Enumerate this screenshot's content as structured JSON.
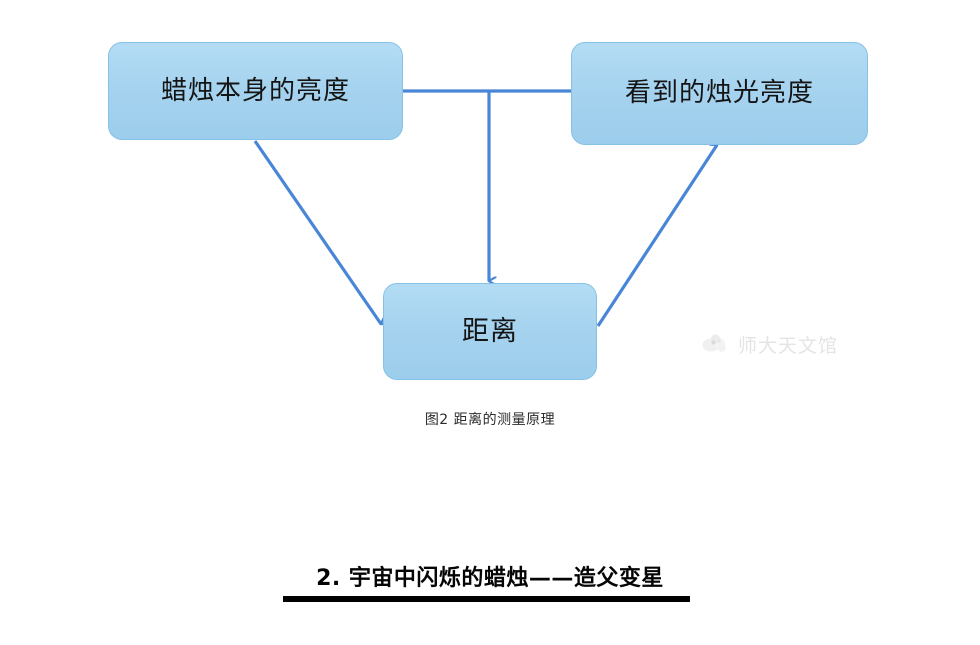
{
  "document": {
    "background_color": "#ffffff"
  },
  "diagram": {
    "type": "flow-diagram",
    "accent_color": "#4a86d8",
    "node_fill_color": "#a6d3ef",
    "node_border_color": "#86c2e6",
    "nodes": [
      {
        "id": "source-brightness",
        "label": "蜡烛本身的亮度"
      },
      {
        "id": "observed-brightness",
        "label": "看到的烛光亮度"
      },
      {
        "id": "distance",
        "label": "距离"
      }
    ],
    "connectors": [
      {
        "from": "source-brightness",
        "to": "observed-brightness",
        "arrow": false
      },
      {
        "from": "link-midpoint",
        "to": "distance",
        "arrow": true
      },
      {
        "from": "source-brightness",
        "to": "distance",
        "arrow": true
      },
      {
        "from": "distance",
        "to": "observed-brightness",
        "arrow": true
      }
    ],
    "caption": "图2 距离的测量原理"
  },
  "watermark": {
    "text": "师大天文馆",
    "logo_name": "cloud-logo",
    "color": "#cfcfcf"
  },
  "section": {
    "heading": "2. 宇宙中闪烁的蜡烛——造父变星",
    "rule_color": "#000000"
  }
}
